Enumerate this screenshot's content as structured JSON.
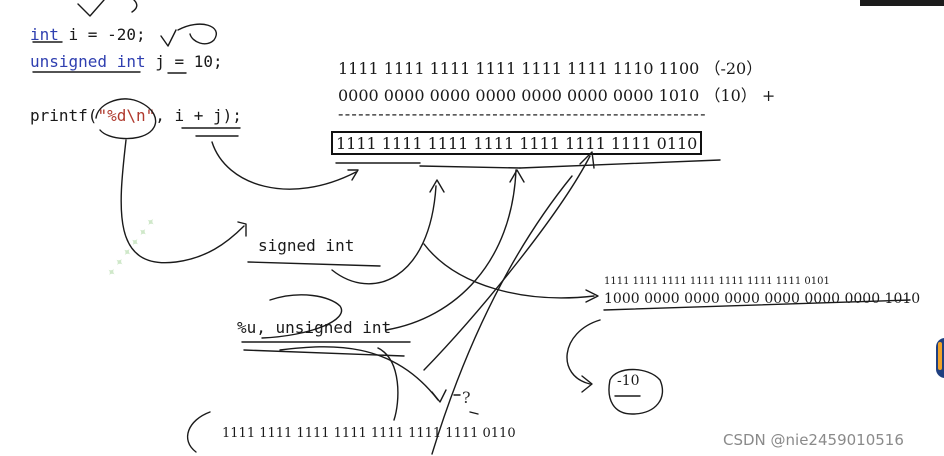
{
  "code": {
    "line1": {
      "kw": "int",
      "rest": " i = -20;"
    },
    "line2": {
      "kw": "unsigned int",
      "rest": " j = 10;"
    },
    "line3": {
      "pre": "printf(",
      "str": "\"%d\\n\"",
      "post": ", i + j);"
    }
  },
  "binary": {
    "row1": "1111 1111 1111 1111 1111 1111 1110 1100 （-20）",
    "row2": "0000 0000 0000 0000 0000 0000 0000 1010 （10） +",
    "dashes": "-------------------------------------------------------",
    "sum": "1111 1111 1111 1111 1111 1111 1111 0110"
  },
  "notes": {
    "signed": "signed int",
    "unsigned": "%u, unsigned int",
    "inverse": "1111 1111 1111 1111 1111 1111 1111 0101",
    "signmag": "1000 0000 0000 0000 0000 0000 0000 1010",
    "result": "-10",
    "question": "?",
    "bottom": "1111 1111 1111 1111 1111 1111 1111 0110"
  },
  "watermark": {
    "text": "CSDN @nie2459010516"
  },
  "colors": {
    "keyword": "#2f3fb0",
    "string": "#b03a2e",
    "ink": "#1a1a1a"
  }
}
